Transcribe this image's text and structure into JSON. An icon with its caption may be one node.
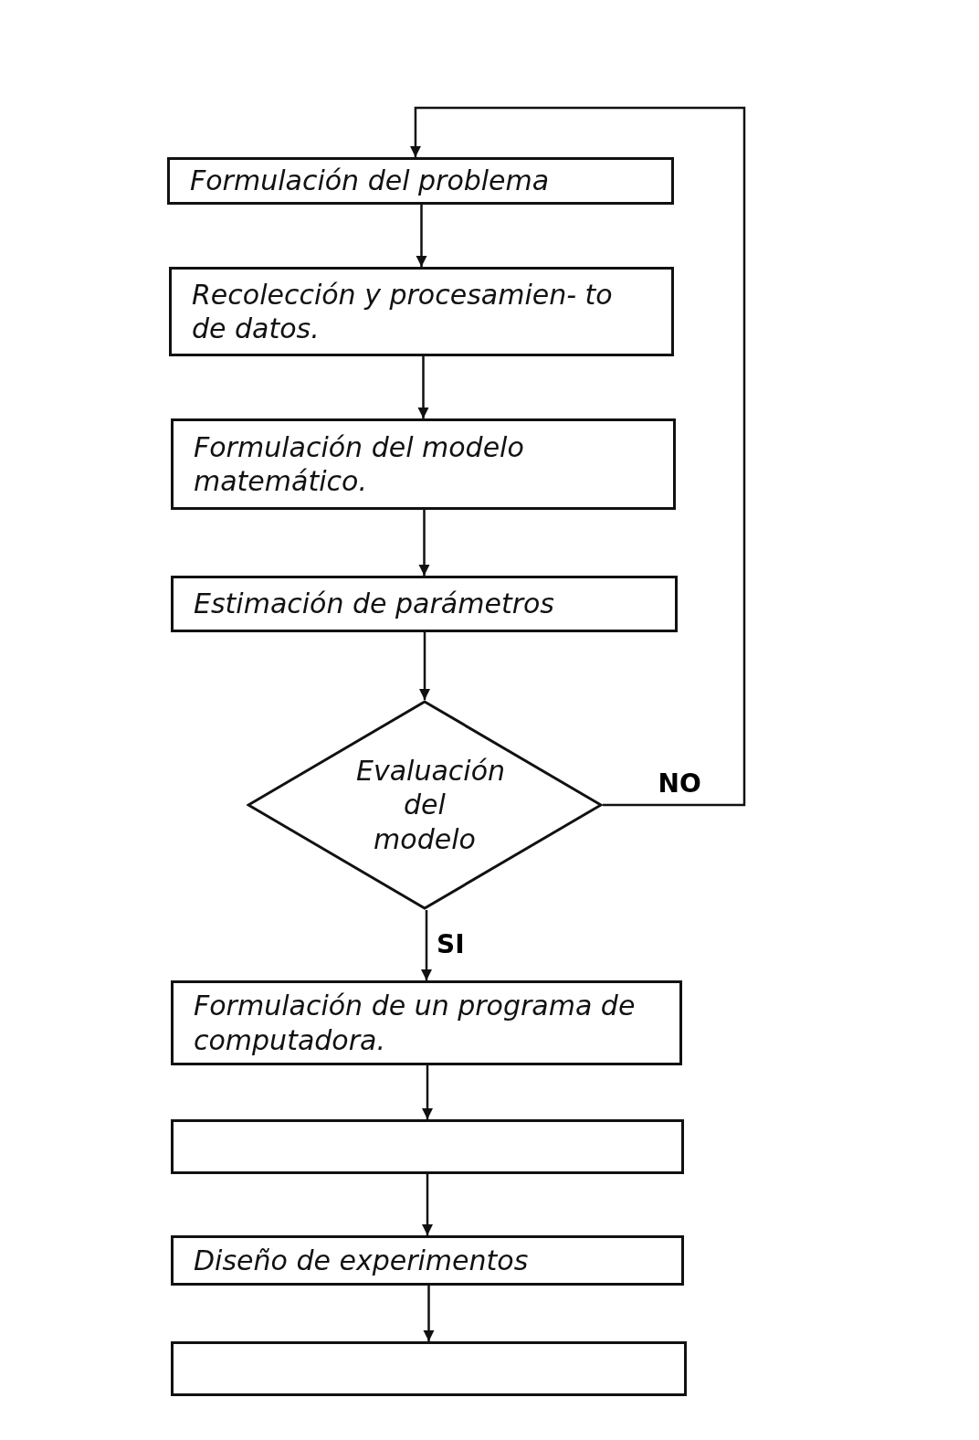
{
  "diagram": {
    "nodes": [
      {
        "text": [
          "Formulación del problema"
        ]
      },
      {
        "text": [
          "Recolección y procesamien- to de datos."
        ]
      },
      {
        "text": [
          "Formulación del modelo matemático."
        ]
      },
      {
        "text": [
          "Estimación de parámetros"
        ]
      },
      {
        "text": [
          "Evaluación del modelo"
        ]
      },
      {
        "text": [
          "Formulación de un programa de computadora."
        ]
      },
      {
        "text": [],
        "shape": "box"
      },
      {
        "text": [
          "Diseño de experimentos"
        ]
      },
      {
        "text": [],
        "shape": "box"
      }
    ],
    "edges": [
      {
        "from": 0,
        "to": 1,
        "arrow": "to"
      },
      {
        "from": 1,
        "to": 2,
        "arrow": "to"
      },
      {
        "from": 2,
        "to": 3,
        "arrow": "to"
      },
      {
        "from": 3,
        "to": 4,
        "arrow": "to"
      },
      {
        "from": 4,
        "to": 5,
        "arrow": "to",
        "label": "SI"
      },
      {
        "from": 5,
        "to": 6,
        "arrow": "to"
      },
      {
        "from": 6,
        "to": 7,
        "arrow": "to"
      },
      {
        "from": 7,
        "to": 8,
        "arrow": "to"
      },
      {
        "from": 4,
        "to": 0,
        "arrow": "to",
        "label": "NO"
      }
    ]
  }
}
